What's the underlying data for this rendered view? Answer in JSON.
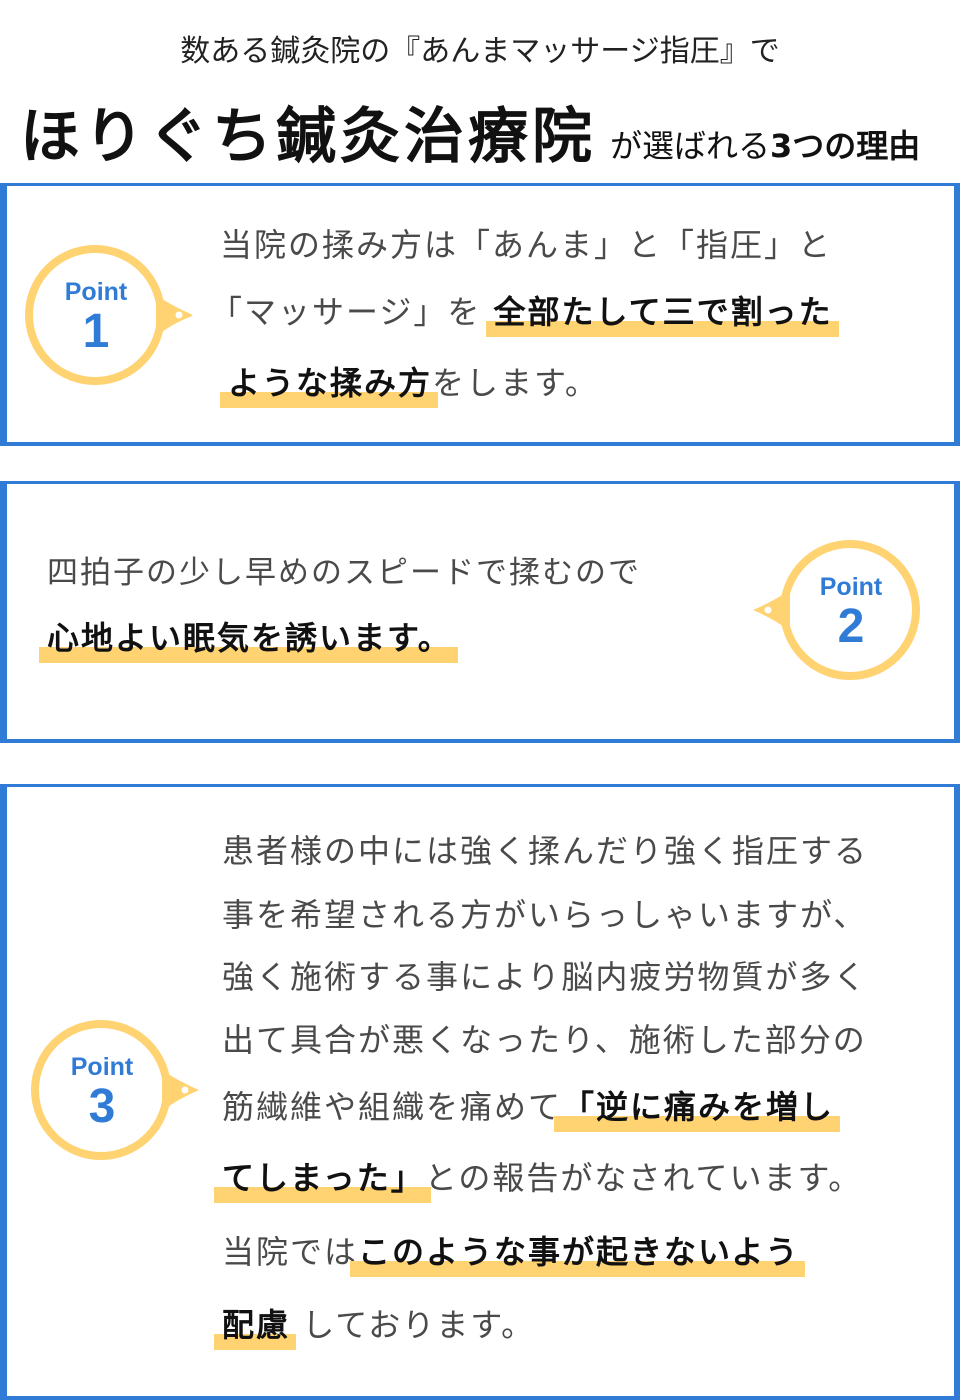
{
  "header": {
    "subtitle": "数ある鍼灸院の『あんまマッサージ指圧』で",
    "clinic_name": "ほりぐち鍼灸治療院",
    "tagline_prefix": "が選ばれる",
    "tagline_bold": "3つの理由"
  },
  "colors": {
    "border_blue": "#2f7bd6",
    "badge_yellow": "#ffd272",
    "highlight_yellow": "#ffd272",
    "point_text_blue": "#2f7bd6",
    "body_text": "#4a4a4a",
    "emphasis_text": "#111111"
  },
  "points": [
    {
      "badge_label": "Point",
      "badge_number": "1",
      "lines": [
        {
          "plain": " 当院の揉み方は「あんま」と「指圧」と"
        },
        {
          "plain": "「マッサージ」を ",
          "highlight": "全部たして三で割った"
        },
        {
          "highlight": "ような揉み方",
          "plain_after": "をします。"
        }
      ]
    },
    {
      "badge_label": "Point",
      "badge_number": "2",
      "lines": [
        {
          "plain": "四拍子の少し早めのスピードで揉むので"
        },
        {
          "highlight": "心地よい眠気を誘います。"
        }
      ]
    },
    {
      "badge_label": "Point",
      "badge_number": "3",
      "lines": [
        {
          "plain": "患者様の中には強く揉んだり強く指圧する"
        },
        {
          "plain": "事を希望される方がいらっしゃいますが、"
        },
        {
          "plain": "強く施術する事により脳内疲労物質が多く"
        },
        {
          "plain": "出て具合が悪くなったり、施術した部分の"
        },
        {
          "plain": "筋繊維や組織を痛めて",
          "highlight": "「逆に痛みを増し"
        },
        {
          "highlight": "てしまった」",
          "plain_after": "との報告がなされています。"
        },
        {
          "plain": "当院では",
          "highlight": "このような事が起きないよう"
        },
        {
          "highlight": "配慮",
          "plain_after": " しております。"
        }
      ]
    }
  ]
}
